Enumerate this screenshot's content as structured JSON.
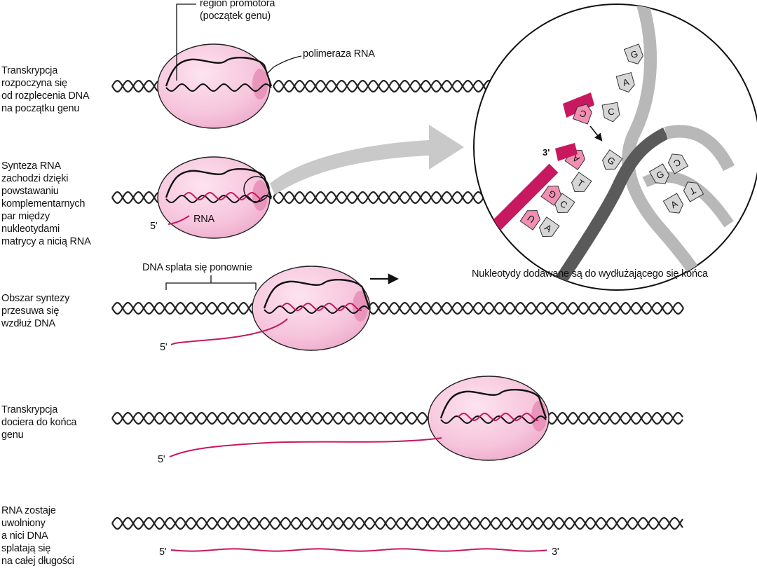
{
  "steps": [
    {
      "id": "start",
      "text": "Transkrypcja\nrozpoczyna się\nod rozplecenia DNA\nna początku genu"
    },
    {
      "id": "synthesis",
      "text": "Synteza RNA\nzachodzi dzięki\npowstawaniu\nkomplementarnych\npar między\nnukleotydami\nmatrycy a nicią RNA"
    },
    {
      "id": "moves",
      "text": "Obszar syntezy\nprzesuwa się\nwzdłuż DNA"
    },
    {
      "id": "end",
      "text": "Transkrypcja\ndociera do końca\ngenu"
    },
    {
      "id": "release",
      "text": "RNA zostaje\nuwolniony\na nici DNA\nsplatają się\nna całej długości"
    }
  ],
  "labels": {
    "promoter": "region promotora\n(początek genu)",
    "polymerase": "polimeraza RNA",
    "rna": "RNA",
    "five_prime": "5'",
    "three_prime": "3'",
    "rewinding": "DNA splata się ponownie",
    "caption": "Nukleotydy dodawane są do wydłużającego się końca"
  },
  "inset": {
    "dna_right_strand": [
      "G",
      "A",
      "C"
    ],
    "template_strand": [
      "A",
      "C",
      "T",
      "G"
    ],
    "rna_strand": [
      "U",
      "G",
      "A"
    ],
    "incoming": "C",
    "downstream_pairs": [
      [
        "G",
        "C"
      ],
      [
        "A",
        "T"
      ]
    ]
  },
  "colors": {
    "magenta": "#c8185f",
    "pink_nucleotide": "#f08fb2",
    "polymerase_fill": "#f6c4dc",
    "dna": "#222222",
    "template_dark": "#5a5a5a",
    "strand_gray": "#b8b8b8",
    "arrow_gray": "#c9c9c9"
  }
}
